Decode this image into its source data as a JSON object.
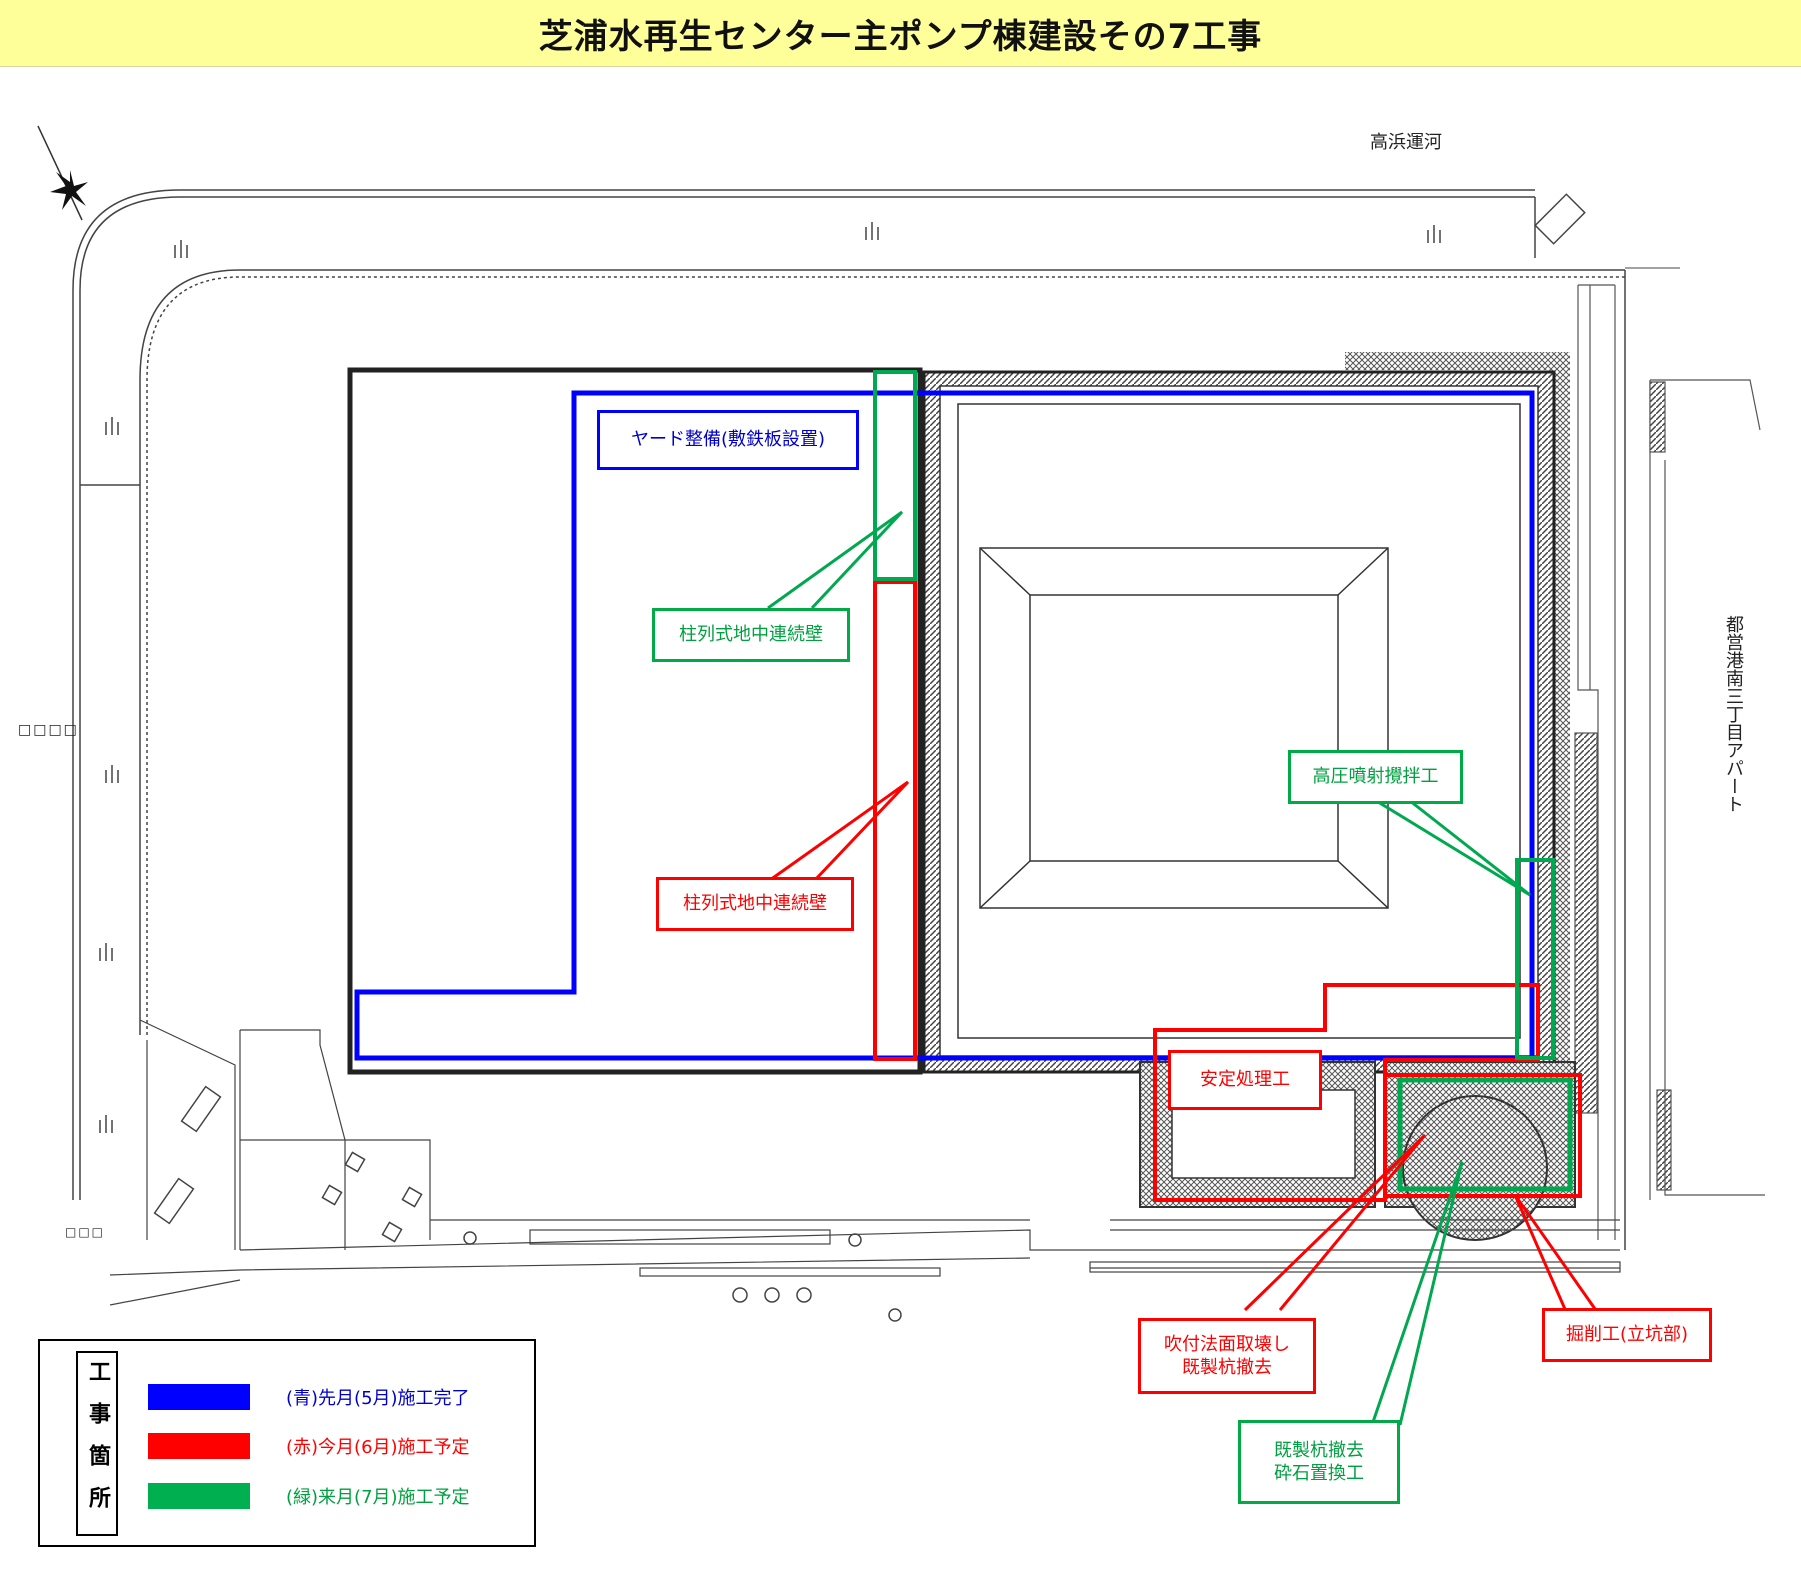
{
  "title": "芝浦水再生センター主ポンプ棟建設その7工事",
  "colors": {
    "blue": "#0000ff",
    "red": "#ff0000",
    "green": "#00a850",
    "legend_green": "#00b050"
  },
  "map": {
    "canal_label": "高浜運河",
    "apartment_label": "都営港南三丁目アパート",
    "left_marker": "□□□□",
    "lower_left_marker": "□□□"
  },
  "labels": {
    "yard": "ヤード整備(敷鉄板設置)",
    "pillar_wall_green": "柱列式地中連続壁",
    "pillar_wall_red": "柱列式地中連続壁",
    "high_pressure_jet": "高圧噴射攪拌工",
    "stabilization": "安定処理工",
    "spray_removal": "吹付法面取壊し\n既製杭撤去",
    "pile_removal_gravel": "既製杭撤去\n砕石置換工",
    "excavation": "掘削工(立坑部)"
  },
  "legend": {
    "title": "工事箇所",
    "items": [
      {
        "color": "blue",
        "text": "(青)先月(5月)施工完了"
      },
      {
        "color": "red",
        "text": "(赤)今月(6月)施工予定"
      },
      {
        "color": "green",
        "text": "(緑)来月(7月)施工予定"
      }
    ]
  }
}
